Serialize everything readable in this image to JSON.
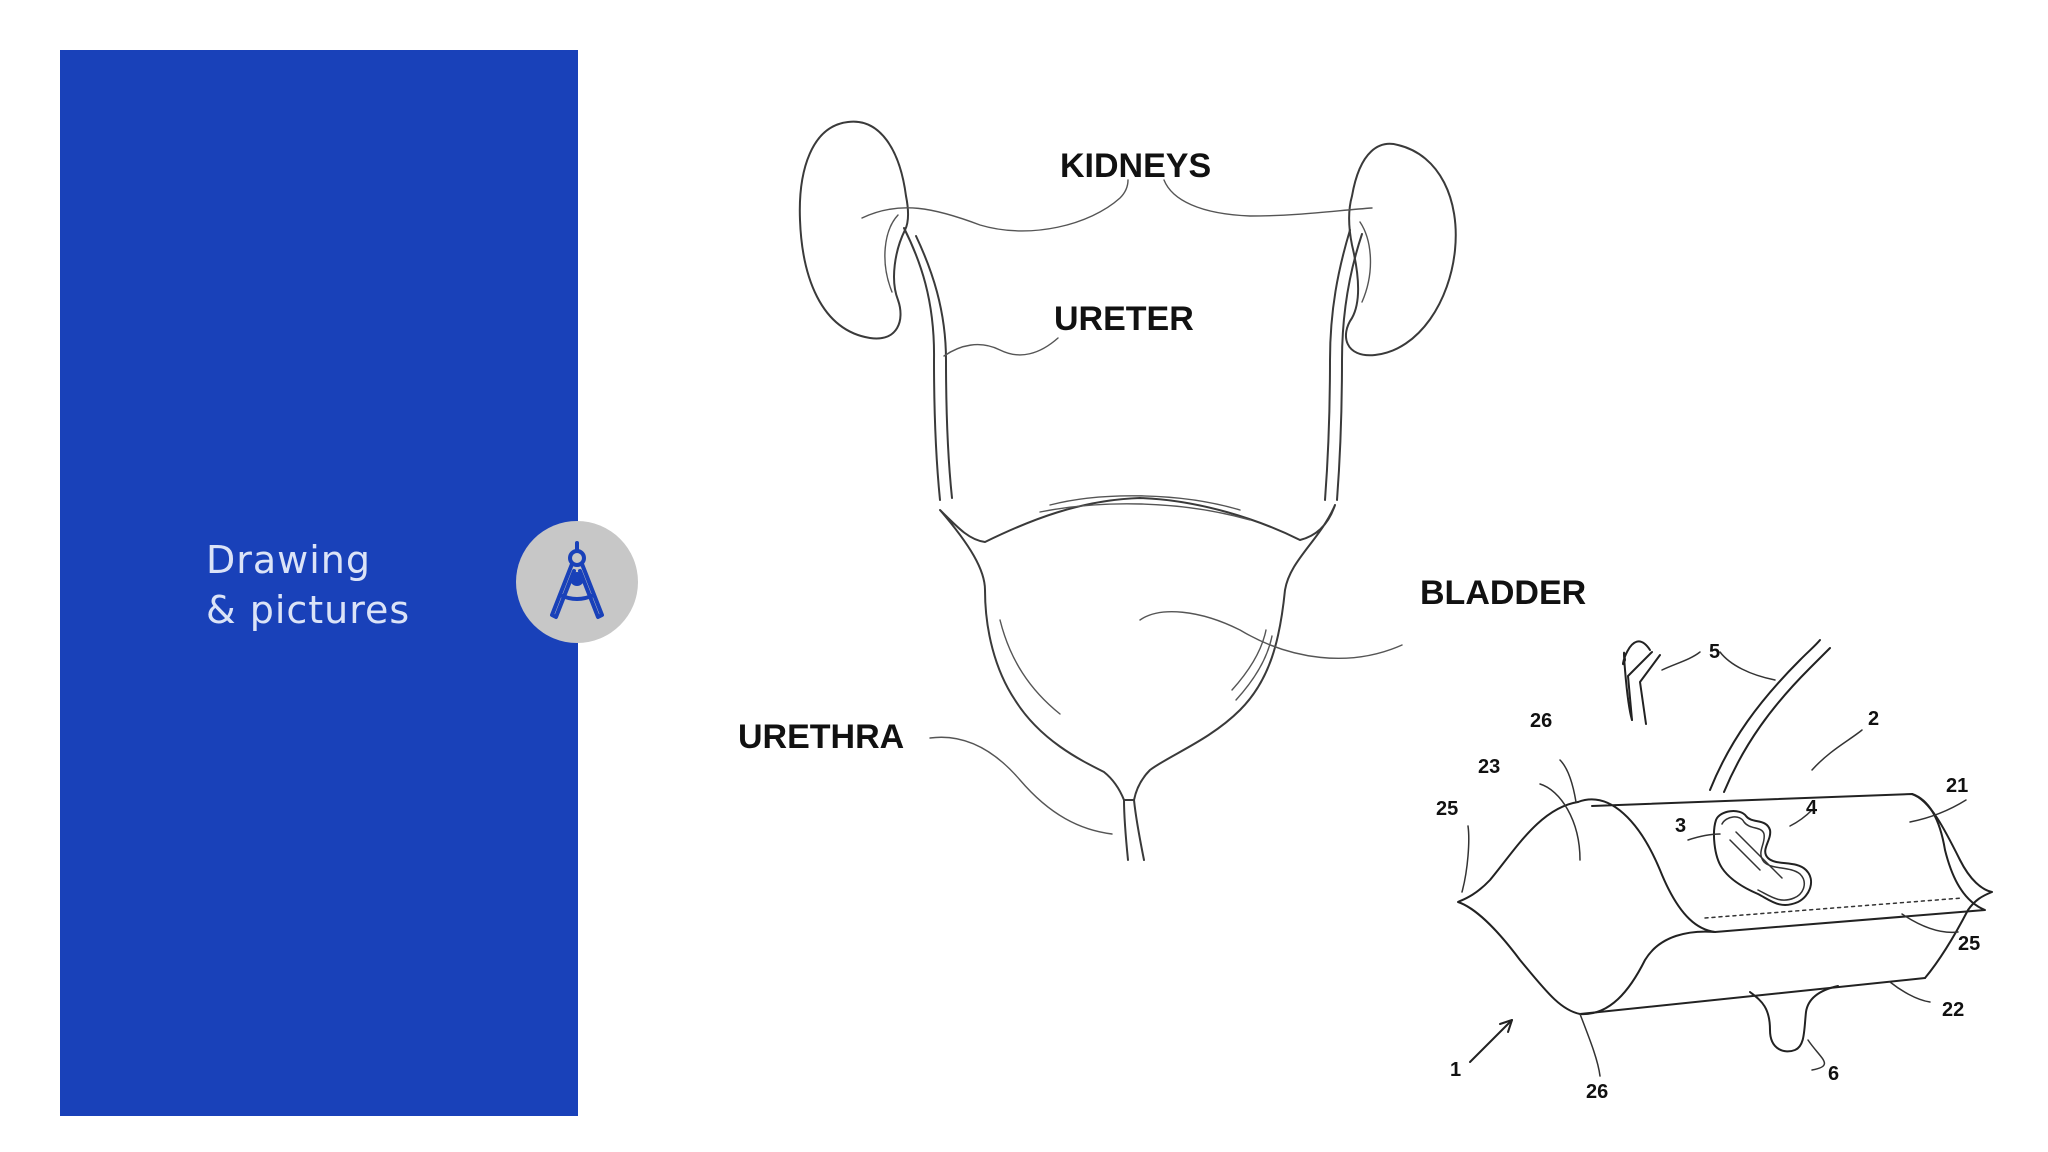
{
  "slide": {
    "section_title_line1": "Drawing",
    "section_title_line2": "& pictures",
    "icon": "drafting-compass-icon",
    "colors": {
      "panel": "#1941b9",
      "badge": "#c7c7c7",
      "title_text": "#dbe3f7"
    }
  },
  "urinary_diagram": {
    "labels": {
      "kidneys": "KIDNEYS",
      "ureter": "URETER",
      "bladder": "BLADDER",
      "urethra": "URETHRA"
    }
  },
  "device_figure": {
    "reference_numbers": {
      "n5": "5",
      "n2": "2",
      "n26_top": "26",
      "n23": "23",
      "n21": "21",
      "n25_left": "25",
      "n3": "3",
      "n4": "4",
      "n25_right": "25",
      "n22": "22",
      "n1": "1",
      "n6": "6",
      "n26_bottom": "26"
    }
  }
}
